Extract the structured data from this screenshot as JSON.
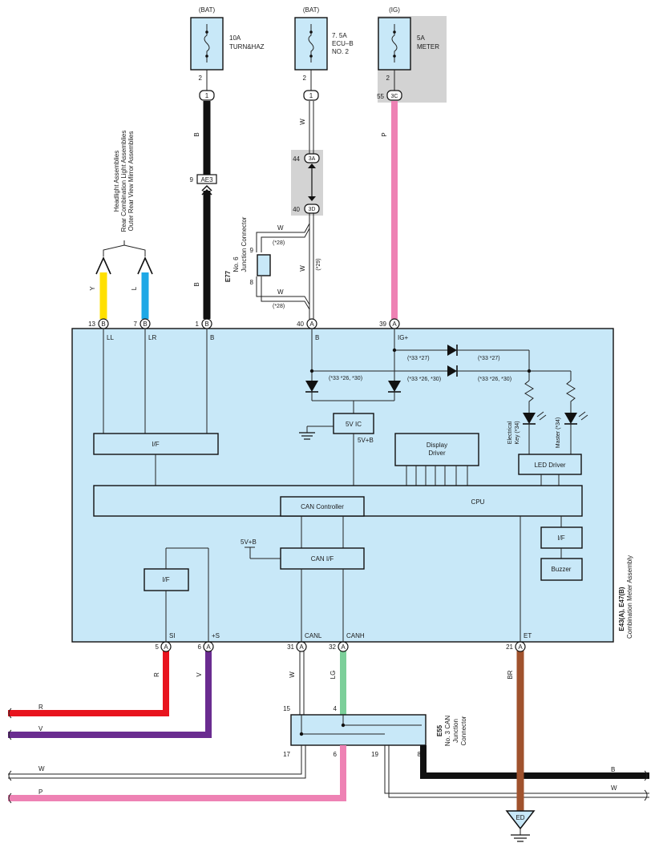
{
  "fuses": [
    {
      "supply": "(BAT)",
      "rating": "10A",
      "name": "TURN&HAZ",
      "name2": "",
      "pin": "2",
      "connector": "1",
      "conn_pin": ""
    },
    {
      "supply": "(BAT)",
      "rating": "7. 5A",
      "name": "ECU–B",
      "name2": "NO. 2",
      "pin": "2",
      "connector": "1",
      "conn_pin": ""
    },
    {
      "supply": "(IG)",
      "rating": "5A",
      "name": "METER",
      "name2": "",
      "pin": "2",
      "connector": "3C",
      "conn_pin": "55"
    }
  ],
  "wires": {
    "turn_haz": "B",
    "ecu_b": "W",
    "meter": "P",
    "ae3_pin": "9",
    "ae3_label": "AE3",
    "ecu_lower": "W",
    "turn_lower": "B",
    "ll_wire": "Y",
    "lr_wire": "L",
    "si_wire": "R",
    "plus_s_wire": "V",
    "canl_wire": "W",
    "canh_wire": "LG",
    "et_wire": "BR"
  },
  "junction_top": {
    "conn_3a": "3A",
    "pin_3a": "44",
    "conn_3d": "3D",
    "pin_3d": "40"
  },
  "e77": {
    "code": "E77",
    "name_line1": "No. 6",
    "name_line2": "Junction Connector",
    "pin_top": "9",
    "pin_bottom": "8",
    "wire_top": "W",
    "wire_bottom": "W",
    "wire_mid": "W",
    "note_top": "(*28)",
    "note_bottom": "(*28)",
    "note_mid": "(*29)"
  },
  "destinations": {
    "line1": "Headlight Assemblies",
    "line2": "Rear Combination Light Assemblies",
    "line3": "Outer Rear View Mirror Assemblies"
  },
  "meter_top_pins": [
    {
      "num": "13",
      "conn": "B",
      "label": "LL"
    },
    {
      "num": "7",
      "conn": "B",
      "label": "LR"
    },
    {
      "num": "1",
      "conn": "B",
      "label": "B"
    },
    {
      "num": "40",
      "conn": "A",
      "label": "B"
    },
    {
      "num": "39",
      "conn": "A",
      "label": "IG+"
    }
  ],
  "meter_bottom_pins": [
    {
      "num": "5",
      "conn": "A",
      "label": "SI"
    },
    {
      "num": "6",
      "conn": "A",
      "label": "+S"
    },
    {
      "num": "31",
      "conn": "A",
      "label": "CANL"
    },
    {
      "num": "32",
      "conn": "A",
      "label": "CANH"
    },
    {
      "num": "21",
      "conn": "A",
      "label": "ET"
    }
  ],
  "meter": {
    "code": "E43(A), E47(B)",
    "name": "Combination Meter Assembly",
    "if_left": "I/F",
    "ic": "5V IC",
    "ic_out": "5V+B",
    "display_driver_1": "Display",
    "display_driver_2": "Driver",
    "led_driver": "LED Driver",
    "cpu": "CPU",
    "can_controller": "CAN Controller",
    "can_if": "CAN I/F",
    "can_if_supply": "5V+B",
    "if_si": "I/F",
    "if_buzzer": "I/F",
    "buzzer": "Buzzer",
    "diode_note_1": "(*33 *27)",
    "diode_note_2": "(*33 *26, *30)",
    "diode_note_3": "(*33 *27)",
    "diode_note_4": "(*33 *26, *30)",
    "diode_note_5": "(*33 *26, *30)",
    "led_elec_1": "Electrical",
    "led_elec_2": "Key (*34)",
    "led_master": "Master (*34)"
  },
  "e55": {
    "code": "E55",
    "name_line1": "No. 3 CAN",
    "name_line2": "Junction",
    "name_line3": "Connector",
    "pin_15": "15",
    "pin_4": "4",
    "pin_17": "17",
    "pin_6": "6",
    "pin_19": "19",
    "pin_8": "8"
  },
  "bottom_wires": {
    "r": "R",
    "v": "V",
    "w_left": "W",
    "p_left": "P",
    "b_right": "B",
    "w_right": "W"
  },
  "ground": "ED",
  "colors": {
    "black": "#111111",
    "yellow": "#ffe000",
    "blue": "#1ea8e6",
    "pink": "#ee82b4",
    "red": "#e8141e",
    "violet": "#6a2c90",
    "green": "#7ccf9a",
    "brown": "#a0522d",
    "box": "#c8e8f8",
    "gray": "#d3d3d3"
  }
}
